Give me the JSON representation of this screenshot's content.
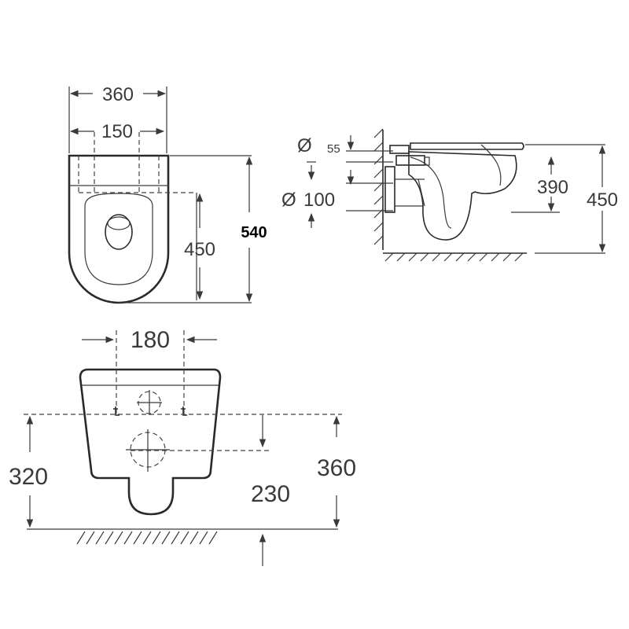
{
  "top_view": {
    "width_outer": "360",
    "width_inner": "150",
    "depth_bowl": "450",
    "depth_total": "540"
  },
  "side_view": {
    "diameter_symbol": "Ø",
    "inlet_diameter": "55",
    "outlet_diameter": "100",
    "outlet_height": "390",
    "rim_height": "450"
  },
  "rear_view": {
    "mount_spacing": "180",
    "outlet_height": "320",
    "inlet_height": "230",
    "mount_height": "360"
  }
}
